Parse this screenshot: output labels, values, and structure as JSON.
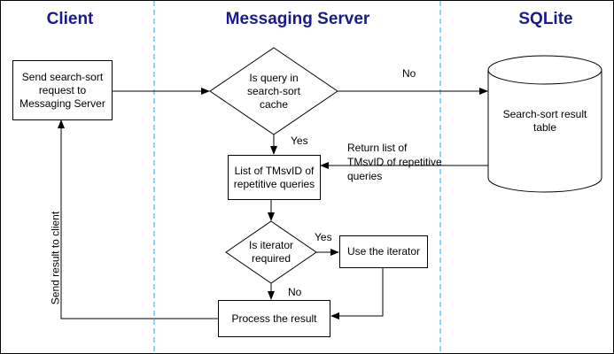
{
  "lanes": {
    "client": "Client",
    "server": "Messaging Server",
    "sqlite": "SQLite"
  },
  "nodes": {
    "send_request": "Send search-sort request to Messaging Server",
    "is_query_cached": "Is query in search-sort cache",
    "result_table": "Search-sort result table",
    "list_tmsvid": "List of TMsvID of repetitive queries",
    "is_iterator_required": "Is iterator required",
    "use_iterator": "Use the iterator",
    "process_result": "Process the result"
  },
  "edge_labels": {
    "no_to_sqlite": "No",
    "yes_to_list": "Yes",
    "return_list": "Return list of TMsvID of repetitive queries",
    "yes_to_iterator": "Yes",
    "no_to_process": "No",
    "send_result": "Send result to client"
  },
  "colors": {
    "lane_title": "#1a1a8c",
    "lane_divider": "#66ccee",
    "line": "#000000"
  }
}
